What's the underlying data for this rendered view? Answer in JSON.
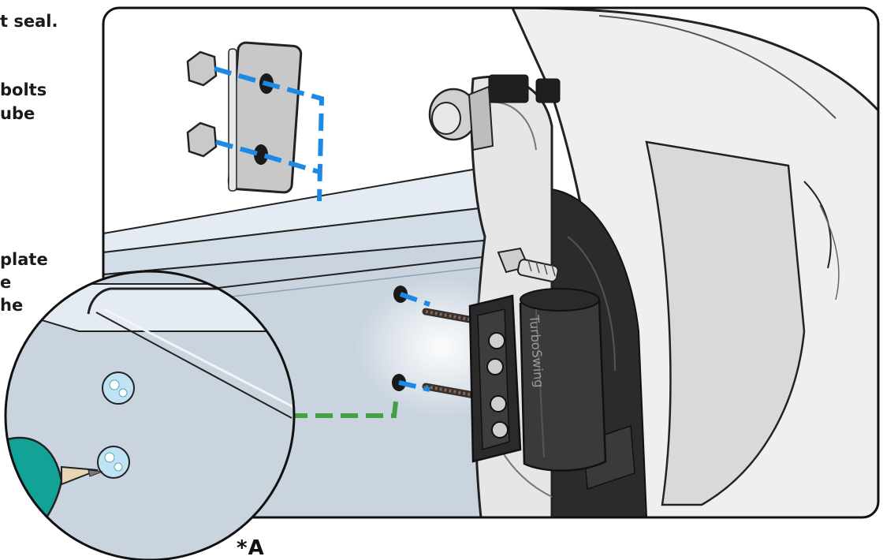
{
  "instructions": {
    "line1": "t seal.",
    "line2": "bolts",
    "line3": "ube",
    "line4": "plate",
    "line5": "e",
    "line6": "he"
  },
  "footnote": "*A",
  "brand_text": "TurboSwing",
  "colors": {
    "bolt_guide": "#1e88e5",
    "sealant_guide": "#43a047",
    "applicator": "#12a396",
    "sealant": "#bfe3f5",
    "frame_fill": "#c9d4df"
  },
  "icons": [
    "hex-nut-icon",
    "backing-plate-icon",
    "bolt-icon",
    "clamp-bracket-icon",
    "sealant-applicator-icon"
  ]
}
